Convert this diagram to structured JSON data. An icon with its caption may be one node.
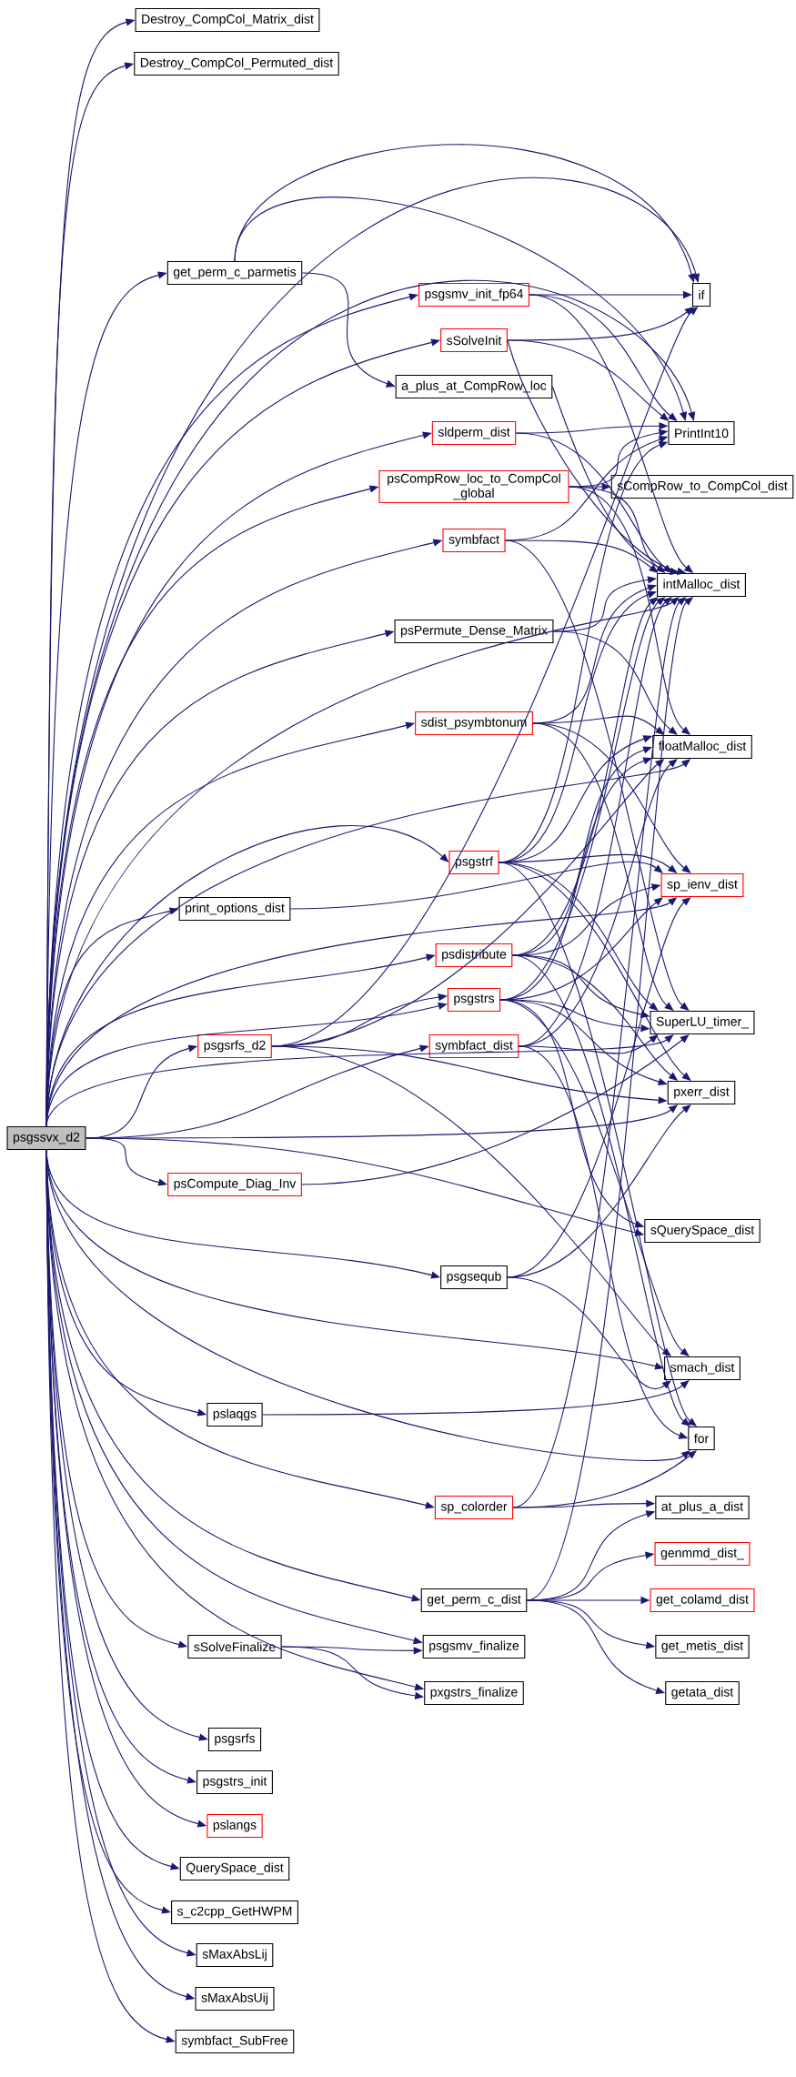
{
  "diagram": {
    "nodes": [
      {
        "text": [
          "psgssvx_d2"
        ]
      },
      {
        "text": [
          "Destroy_CompCol_Matrix_dist"
        ]
      },
      {
        "text": [
          "Destroy_CompCol_Permuted_dist"
        ]
      },
      {
        "text": [
          "get_perm_c_parmetis"
        ]
      },
      {
        "text": [
          "psgsmv_init_fp64"
        ]
      },
      {
        "text": [
          "if"
        ]
      },
      {
        "text": [
          "sSolveInit"
        ]
      },
      {
        "text": [
          "a_plus_at_CompRow_loc"
        ]
      },
      {
        "text": [
          "sldperm_dist"
        ]
      },
      {
        "text": [
          "PrintInt10"
        ]
      },
      {
        "text": [
          "psCompRow_loc_to_CompCol _global"
        ]
      },
      {
        "text": [
          "sCompRow_to_CompCol_dist"
        ]
      },
      {
        "text": [
          "symbfact"
        ]
      },
      {
        "text": [
          "intMalloc_dist"
        ]
      },
      {
        "text": [
          "psPermute_Dense_Matrix"
        ]
      },
      {
        "text": [
          "sdist_psymbtonum"
        ]
      },
      {
        "text": [
          "floatMalloc_dist"
        ]
      },
      {
        "text": [
          "psgstrf"
        ]
      },
      {
        "text": [
          "sp_ienv_dist"
        ]
      },
      {
        "text": [
          "print_options_dist"
        ]
      },
      {
        "text": [
          "psdistribute"
        ]
      },
      {
        "text": [
          "psgstrs"
        ]
      },
      {
        "text": [
          "SuperLU_timer_"
        ]
      },
      {
        "text": [
          "psgsrfs_d2"
        ]
      },
      {
        "text": [
          "symbfact_dist"
        ]
      },
      {
        "text": [
          "pxerr_dist"
        ]
      },
      {
        "text": [
          "psCompute_Diag_Inv"
        ]
      },
      {
        "text": [
          "sQuerySpace_dist"
        ]
      },
      {
        "text": [
          "psgsequb"
        ]
      },
      {
        "text": [
          "smach_dist"
        ]
      },
      {
        "text": [
          "pslaqgs"
        ]
      },
      {
        "text": [
          "for"
        ]
      },
      {
        "text": [
          "sp_colorder"
        ]
      },
      {
        "text": [
          "at_plus_a_dist"
        ]
      },
      {
        "text": [
          "genmmd_dist_"
        ]
      },
      {
        "text": [
          "get_perm_c_dist"
        ]
      },
      {
        "text": [
          "get_colamd_dist"
        ]
      },
      {
        "text": [
          "sSolveFinalize"
        ]
      },
      {
        "text": [
          "psgsmv_finalize"
        ]
      },
      {
        "text": [
          "get_metis_dist"
        ]
      },
      {
        "text": [
          "pxgstrs_finalize"
        ]
      },
      {
        "text": [
          "getata_dist"
        ]
      },
      {
        "text": [
          "psgsrfs"
        ]
      },
      {
        "text": [
          "psgstrs_init"
        ]
      },
      {
        "text": [
          "pslangs"
        ]
      },
      {
        "text": [
          "QuerySpace_dist"
        ]
      },
      {
        "text": [
          "s_c2cpp_GetHWPM"
        ]
      },
      {
        "text": [
          "sMaxAbsLij"
        ]
      },
      {
        "text": [
          "sMaxAbsUij"
        ]
      },
      {
        "text": [
          "symbfact_SubFree"
        ]
      }
    ],
    "edges": [
      {
        "from": 0,
        "to": 1,
        "arrow": "to"
      },
      {
        "from": 0,
        "to": 2,
        "arrow": "to"
      },
      {
        "from": 0,
        "to": 3,
        "arrow": "to"
      },
      {
        "from": 0,
        "to": 4,
        "arrow": "to"
      },
      {
        "from": 0,
        "to": 5,
        "arrow": "to"
      },
      {
        "from": 0,
        "to": 6,
        "arrow": "to"
      },
      {
        "from": 0,
        "to": 8,
        "arrow": "to"
      },
      {
        "from": 0,
        "to": 9,
        "arrow": "to"
      },
      {
        "from": 0,
        "to": 10,
        "arrow": "to"
      },
      {
        "from": 0,
        "to": 12,
        "arrow": "to"
      },
      {
        "from": 0,
        "to": 13,
        "arrow": "to"
      },
      {
        "from": 0,
        "to": 14,
        "arrow": "to"
      },
      {
        "from": 0,
        "to": 15,
        "arrow": "to"
      },
      {
        "from": 0,
        "to": 16,
        "arrow": "to"
      },
      {
        "from": 0,
        "to": 17,
        "arrow": "to"
      },
      {
        "from": 0,
        "to": 18,
        "arrow": "to"
      },
      {
        "from": 0,
        "to": 19,
        "arrow": "to"
      },
      {
        "from": 0,
        "to": 20,
        "arrow": "to"
      },
      {
        "from": 0,
        "to": 21,
        "arrow": "to"
      },
      {
        "from": 0,
        "to": 22,
        "arrow": "to"
      },
      {
        "from": 0,
        "to": 23,
        "arrow": "to"
      },
      {
        "from": 0,
        "to": 24,
        "arrow": "to"
      },
      {
        "from": 0,
        "to": 25,
        "arrow": "to"
      },
      {
        "from": 0,
        "to": 26,
        "arrow": "to"
      },
      {
        "from": 0,
        "to": 27,
        "arrow": "to"
      },
      {
        "from": 0,
        "to": 28,
        "arrow": "to"
      },
      {
        "from": 0,
        "to": 29,
        "arrow": "to"
      },
      {
        "from": 0,
        "to": 30,
        "arrow": "to"
      },
      {
        "from": 0,
        "to": 31,
        "arrow": "to"
      },
      {
        "from": 0,
        "to": 32,
        "arrow": "to"
      },
      {
        "from": 0,
        "to": 35,
        "arrow": "to"
      },
      {
        "from": 0,
        "to": 37,
        "arrow": "to"
      },
      {
        "from": 0,
        "to": 38,
        "arrow": "to"
      },
      {
        "from": 0,
        "to": 40,
        "arrow": "to"
      },
      {
        "from": 0,
        "to": 42,
        "arrow": "to"
      },
      {
        "from": 0,
        "to": 43,
        "arrow": "to"
      },
      {
        "from": 0,
        "to": 44,
        "arrow": "to"
      },
      {
        "from": 0,
        "to": 45,
        "arrow": "to"
      },
      {
        "from": 0,
        "to": 46,
        "arrow": "to"
      },
      {
        "from": 0,
        "to": 47,
        "arrow": "to"
      },
      {
        "from": 0,
        "to": 48,
        "arrow": "to"
      },
      {
        "from": 0,
        "to": 49,
        "arrow": "to"
      },
      {
        "from": 3,
        "to": 5,
        "arrow": "to"
      },
      {
        "from": 3,
        "to": 9,
        "arrow": "to"
      },
      {
        "from": 3,
        "to": 7,
        "arrow": "to"
      },
      {
        "from": 4,
        "to": 5,
        "arrow": "to"
      },
      {
        "from": 4,
        "to": 9,
        "arrow": "to"
      },
      {
        "from": 4,
        "to": 13,
        "arrow": "to"
      },
      {
        "from": 6,
        "to": 5,
        "arrow": "to"
      },
      {
        "from": 6,
        "to": 9,
        "arrow": "to"
      },
      {
        "from": 6,
        "to": 13,
        "arrow": "to"
      },
      {
        "from": 7,
        "to": 13,
        "arrow": "to"
      },
      {
        "from": 8,
        "to": 9,
        "arrow": "to"
      },
      {
        "from": 8,
        "to": 13,
        "arrow": "to"
      },
      {
        "from": 10,
        "to": 9,
        "arrow": "to"
      },
      {
        "from": 10,
        "to": 11,
        "arrow": "to"
      },
      {
        "from": 10,
        "to": 13,
        "arrow": "to"
      },
      {
        "from": 10,
        "to": 16,
        "arrow": "to"
      },
      {
        "from": 12,
        "to": 9,
        "arrow": "to"
      },
      {
        "from": 12,
        "to": 13,
        "arrow": "to"
      },
      {
        "from": 12,
        "to": 22,
        "arrow": "to"
      },
      {
        "from": 14,
        "to": 13,
        "arrow": "to"
      },
      {
        "from": 14,
        "to": 16,
        "arrow": "to"
      },
      {
        "from": 15,
        "to": 13,
        "arrow": "to"
      },
      {
        "from": 15,
        "to": 16,
        "arrow": "to"
      },
      {
        "from": 15,
        "to": 18,
        "arrow": "to"
      },
      {
        "from": 15,
        "to": 22,
        "arrow": "to"
      },
      {
        "from": 17,
        "to": 9,
        "arrow": "to"
      },
      {
        "from": 17,
        "to": 13,
        "arrow": "to"
      },
      {
        "from": 17,
        "to": 16,
        "arrow": "to"
      },
      {
        "from": 17,
        "to": 18,
        "arrow": "to"
      },
      {
        "from": 17,
        "to": 22,
        "arrow": "to"
      },
      {
        "from": 17,
        "to": 25,
        "arrow": "to"
      },
      {
        "from": 17,
        "to": 31,
        "arrow": "to"
      },
      {
        "from": 19,
        "to": 18,
        "arrow": "to"
      },
      {
        "from": 20,
        "to": 13,
        "arrow": "to"
      },
      {
        "from": 20,
        "to": 16,
        "arrow": "to"
      },
      {
        "from": 20,
        "to": 18,
        "arrow": "to"
      },
      {
        "from": 20,
        "to": 22,
        "arrow": "to"
      },
      {
        "from": 20,
        "to": 25,
        "arrow": "to"
      },
      {
        "from": 20,
        "to": 31,
        "arrow": "to"
      },
      {
        "from": 21,
        "to": 13,
        "arrow": "to"
      },
      {
        "from": 21,
        "to": 16,
        "arrow": "to"
      },
      {
        "from": 21,
        "to": 18,
        "arrow": "to"
      },
      {
        "from": 21,
        "to": 22,
        "arrow": "to"
      },
      {
        "from": 21,
        "to": 25,
        "arrow": "to"
      },
      {
        "from": 21,
        "to": 27,
        "arrow": "to"
      },
      {
        "from": 21,
        "to": 29,
        "arrow": "to"
      },
      {
        "from": 23,
        "to": 5,
        "arrow": "to"
      },
      {
        "from": 23,
        "to": 16,
        "arrow": "to"
      },
      {
        "from": 23,
        "to": 21,
        "arrow": "to"
      },
      {
        "from": 23,
        "to": 25,
        "arrow": "to"
      },
      {
        "from": 23,
        "to": 29,
        "arrow": "to"
      },
      {
        "from": 24,
        "to": 13,
        "arrow": "to"
      },
      {
        "from": 24,
        "to": 16,
        "arrow": "to"
      },
      {
        "from": 24,
        "to": 22,
        "arrow": "to"
      },
      {
        "from": 24,
        "to": 31,
        "arrow": "to"
      },
      {
        "from": 26,
        "to": 22,
        "arrow": "to"
      },
      {
        "from": 28,
        "to": 18,
        "arrow": "to"
      },
      {
        "from": 28,
        "to": 25,
        "arrow": "to"
      },
      {
        "from": 28,
        "to": 29,
        "arrow": "to"
      },
      {
        "from": 30,
        "to": 29,
        "arrow": "to"
      },
      {
        "from": 32,
        "to": 13,
        "arrow": "to"
      },
      {
        "from": 32,
        "to": 31,
        "arrow": "to"
      },
      {
        "from": 32,
        "to": 33,
        "arrow": "to"
      },
      {
        "from": 35,
        "to": 13,
        "arrow": "to"
      },
      {
        "from": 35,
        "to": 33,
        "arrow": "to"
      },
      {
        "from": 35,
        "to": 34,
        "arrow": "to"
      },
      {
        "from": 35,
        "to": 36,
        "arrow": "to"
      },
      {
        "from": 35,
        "to": 39,
        "arrow": "to"
      },
      {
        "from": 35,
        "to": 41,
        "arrow": "to"
      },
      {
        "from": 37,
        "to": 38,
        "arrow": "to"
      },
      {
        "from": 37,
        "to": 40,
        "arrow": "to"
      }
    ]
  }
}
